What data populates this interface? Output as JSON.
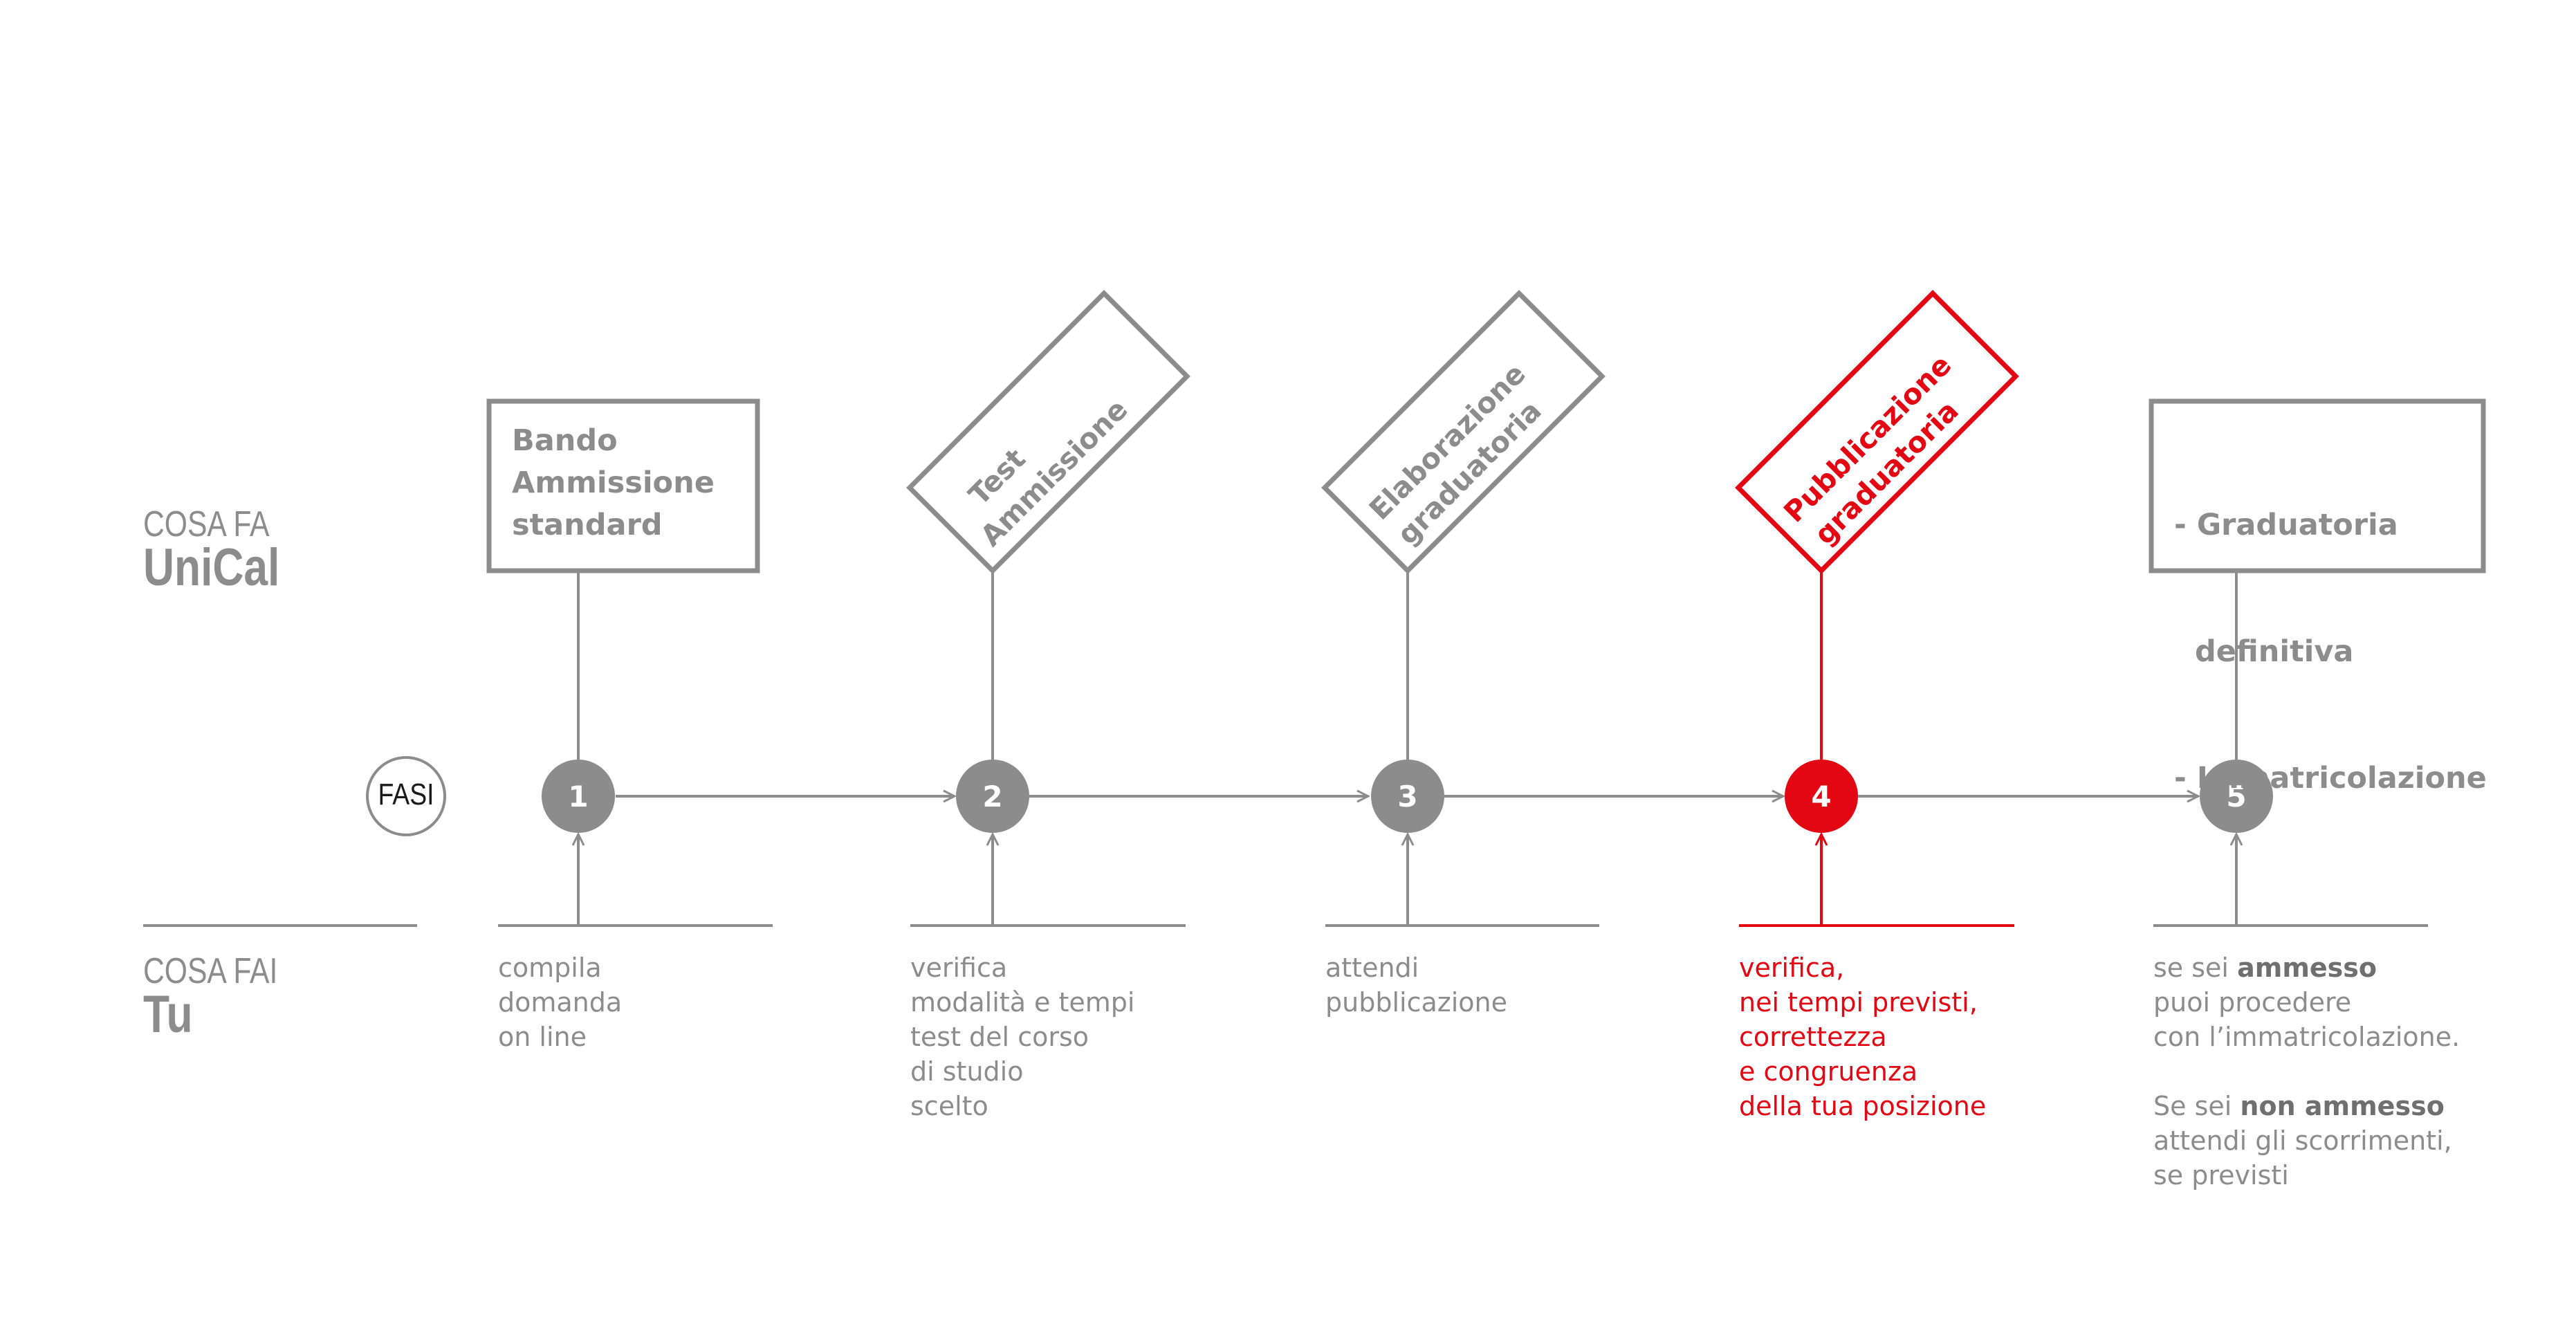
{
  "side_labels": {
    "unical_prefix": "COSA FA",
    "unical_name": "UniCal",
    "user_prefix": "COSA FAI",
    "user_name": "Tu"
  },
  "fasi_label": "FASI",
  "colors": {
    "gray": "#8c8c8c",
    "red": "#e30613",
    "dark": "#1a1a1a"
  },
  "phases": [
    {
      "number": "1",
      "unical_lines": [
        "Bando",
        "Ammissione",
        "standard"
      ],
      "unical_style": "box",
      "user_lines": [
        "compila",
        "domanda",
        "on line"
      ],
      "highlight": false
    },
    {
      "number": "2",
      "unical_lines": [
        "Test",
        "Ammissione"
      ],
      "unical_style": "rotated",
      "user_lines": [
        "verifica",
        "modalità e tempi",
        "test del corso",
        "di studio",
        "scelto"
      ],
      "highlight": false
    },
    {
      "number": "3",
      "unical_lines": [
        "Elaborazione",
        "graduatoria"
      ],
      "unical_style": "rotated",
      "user_lines": [
        "attendi",
        "pubblicazione"
      ],
      "highlight": false
    },
    {
      "number": "4",
      "unical_lines": [
        "Pubblicazione",
        "graduatoria"
      ],
      "unical_style": "rotated",
      "user_lines": [
        "verifica,",
        "nei tempi previsti,",
        "correttezza",
        "e congruenza",
        "della tua posizione"
      ],
      "highlight": true
    },
    {
      "number": "5",
      "unical_lines": [
        "- Graduatoria",
        "  definitiva",
        "- Immatricolazione"
      ],
      "unical_style": "box",
      "user_text": {
        "l1_pre": "se sei ",
        "l1_bold": "ammesso",
        "l2": "puoi procedere",
        "l3": "con l’immatricolazione.",
        "l4_pre": "Se sei ",
        "l4_bold": "non ammesso",
        "l5": "attendi gli scorrimenti,",
        "l6": "se previsti"
      },
      "highlight": false
    }
  ]
}
